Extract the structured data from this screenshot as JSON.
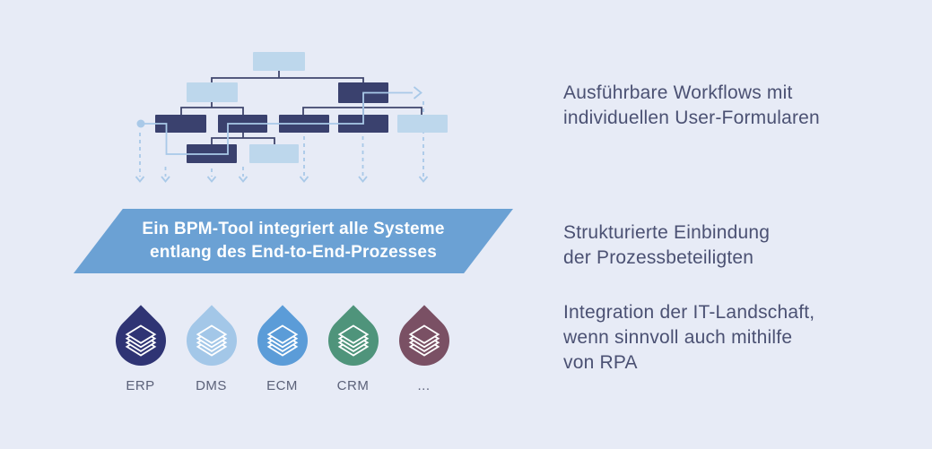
{
  "palette": {
    "background": "#e7ebf6",
    "node-dark": "#3a416e",
    "node-light": "#bdd7ec",
    "line-dark": "#3f466d",
    "line-light": "#a9c9e8",
    "banner-blue": "#6ba1d4",
    "banner-text": "#ffffff",
    "text-dark": "#4b5173",
    "label-gray": "#5b6179"
  },
  "banner": {
    "line1": "Ein BPM-Tool integriert alle Systeme",
    "line2": "entlang des End-to-End-Prozesses"
  },
  "systems": {
    "items": [
      {
        "label": "ERP",
        "color": "#2f3474"
      },
      {
        "label": "DMS",
        "color": "#a3c7e8"
      },
      {
        "label": "ECM",
        "color": "#5b9cd8"
      },
      {
        "label": "CRM",
        "color": "#4f947b"
      },
      {
        "label": "...",
        "color": "#7a5064"
      }
    ]
  },
  "right_column": {
    "item1": {
      "line1": "Ausführbare Workflows mit",
      "line2": "individuellen User-Formularen"
    },
    "item2": {
      "line1": "Strukturierte Einbindung",
      "line2": "der Prozessbeteiligten"
    },
    "item3": {
      "line1": "Integration der IT-Landschaft,",
      "line2": "wenn sinnvoll auch mithilfe",
      "line3": "von RPA"
    }
  }
}
